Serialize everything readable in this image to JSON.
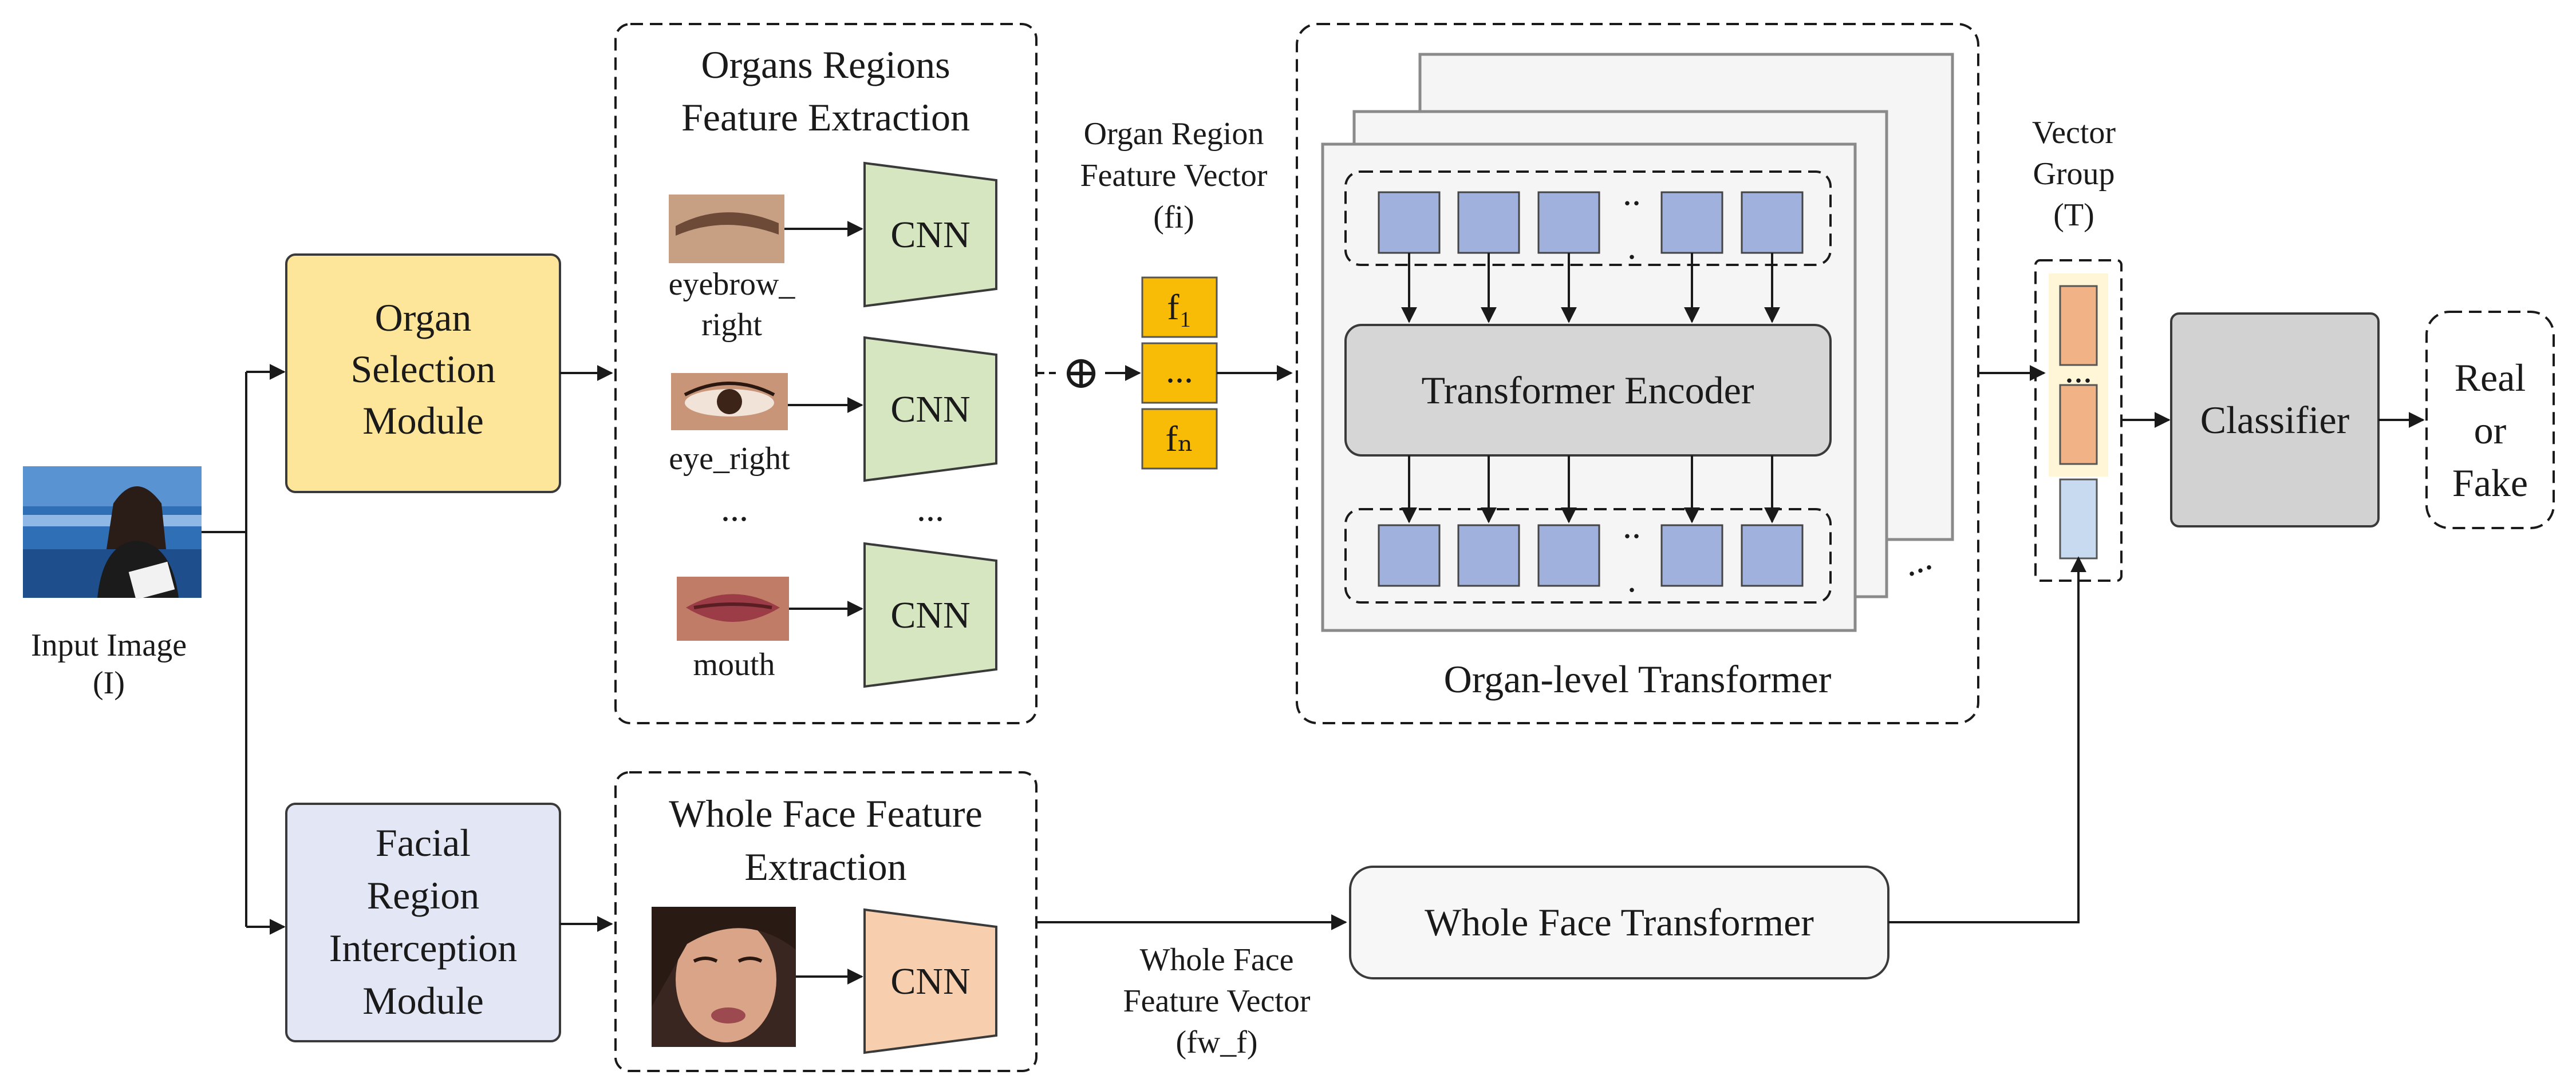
{
  "input": {
    "label_line1": "Input Image",
    "label_line2": "(I)"
  },
  "organ_selection": {
    "line1": "Organ",
    "line2": "Selection",
    "line3": "Module"
  },
  "facial_region": {
    "line1": "Facial",
    "line2": "Region",
    "line3": "Interception",
    "line4": "Module"
  },
  "organs_extraction": {
    "title_line1": "Organs Regions",
    "title_line2": "Feature Extraction",
    "organs": [
      {
        "label_line1": "eyebrow_",
        "label_line2": "right"
      },
      {
        "label_line1": "eye_right",
        "label_line2": ""
      },
      {
        "label_line1": "mouth",
        "label_line2": ""
      }
    ],
    "ellipsis_left": "...",
    "ellipsis_right": "...",
    "cnn_label": "CNN"
  },
  "organ_vector": {
    "title_line1": "Organ Region",
    "title_line2": "Feature Vector",
    "title_line3": "(fi)",
    "oplus": "⊕",
    "cells": [
      "f₁",
      "...",
      "fₙ"
    ]
  },
  "organ_transformer": {
    "encoder_label": "Transformer Encoder",
    "title": "Organ-level Transformer",
    "dots": "..",
    "dot": ".",
    "stack_dots": "..."
  },
  "vector_group": {
    "title_line1": "Vector",
    "title_line2": "Group",
    "title_line3": "(T)",
    "dots": "..."
  },
  "classifier": {
    "label": "Classifier"
  },
  "output": {
    "line1": "Real",
    "line2": "or",
    "line3": "Fake"
  },
  "whole_face": {
    "title_line1": "Whole Face Feature",
    "title_line2": "Extraction",
    "cnn_label": "CNN",
    "transformer_label": "Whole Face Transformer",
    "vector_line1": "Whole Face",
    "vector_line2": "Feature Vector",
    "vector_line3": "(fw_f)"
  },
  "colors": {
    "organ_selection_fill": "#fde59a",
    "facial_region_fill": "#e3e6f5",
    "cnn_green": "#d5e6c0",
    "cnn_orange": "#f8cfae",
    "vector_gold": "#f9bc06",
    "token_blue": "#9fb1dc",
    "encoder_gray": "#d6d6d6",
    "classifier_gray": "#d2d2d2",
    "group_orange": "#f1b286",
    "group_blue": "#c7daf0",
    "group_highlight": "#fff6d8"
  }
}
